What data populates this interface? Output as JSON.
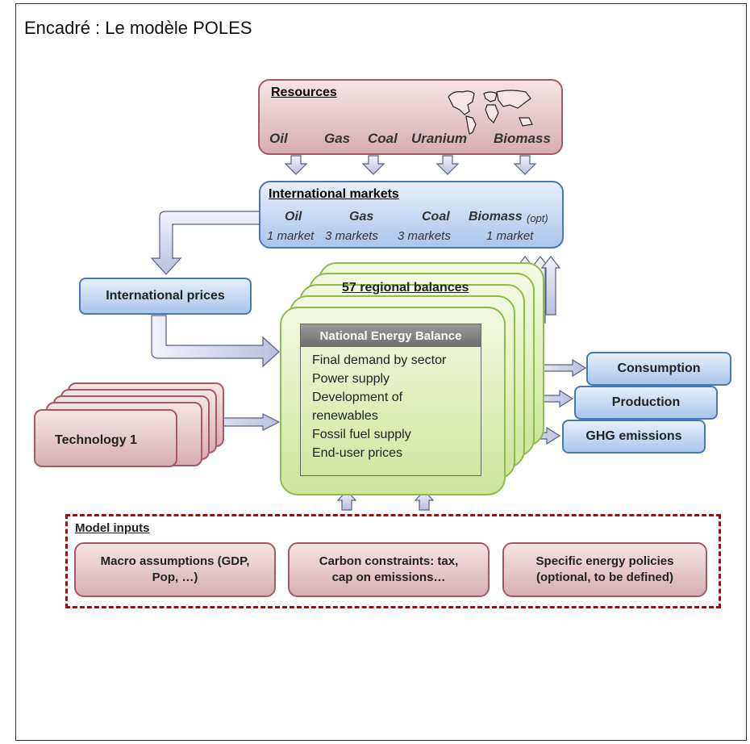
{
  "title": "Encadré : Le modèle POLES",
  "resources": {
    "title": "Resources",
    "items": [
      "Oil",
      "Gas",
      "Coal",
      "Uranium",
      "Biomass"
    ]
  },
  "markets": {
    "title": "International markets",
    "items": [
      {
        "name": "Oil",
        "detail": "1 market"
      },
      {
        "name": "Gas",
        "detail": "3 markets"
      },
      {
        "name": "Coal",
        "detail": "3 markets"
      },
      {
        "name": "Biomass",
        "opt": "(opt)",
        "detail": "1 market"
      }
    ]
  },
  "international_prices": "International prices",
  "regional_balances": "57 regional balances",
  "national_energy_balance": {
    "title": "National Energy Balance",
    "lines": [
      "Final demand by sector",
      "Power supply",
      "Development of",
      "renewables",
      "Fossil fuel supply",
      "End-user prices"
    ]
  },
  "technology": "Technology 1",
  "outputs": [
    "Consumption",
    "Production",
    "GHG emissions"
  ],
  "model_inputs": {
    "title": "Model inputs",
    "items": [
      [
        "Macro assumptions (GDP,",
        "Pop, …)"
      ],
      [
        "Carbon constraints: tax,",
        "cap on emissions…"
      ],
      [
        "Specific energy policies",
        "(optional, to be defined)"
      ]
    ]
  },
  "colors": {
    "resource_fill": "#e8c4c8",
    "market_fill": "#c9dcf5",
    "balance_fill": "#dcedb8",
    "input_border": "#c00000",
    "arrow_fill": "#d9dcf0"
  }
}
